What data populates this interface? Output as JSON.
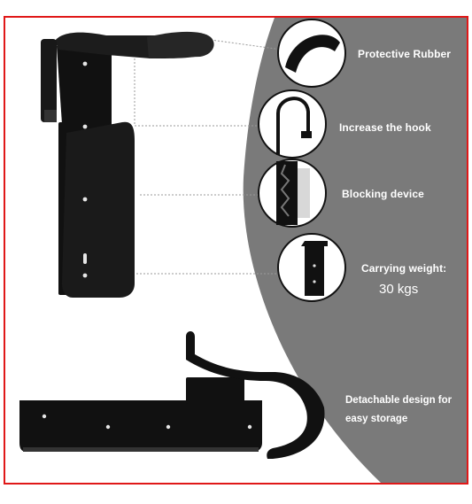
{
  "features": [
    {
      "label": "Protective Rubber"
    },
    {
      "label": "Increase the hook"
    },
    {
      "label": "Blocking device"
    },
    {
      "label": "Carrying weight:",
      "value": "30 kgs"
    }
  ],
  "detachable": {
    "line1": "Detachable design for",
    "line2": "easy storage"
  },
  "colors": {
    "frame": "#e01818",
    "panel": "#7a7a7a",
    "product": "#111111",
    "text": "#ffffff"
  }
}
